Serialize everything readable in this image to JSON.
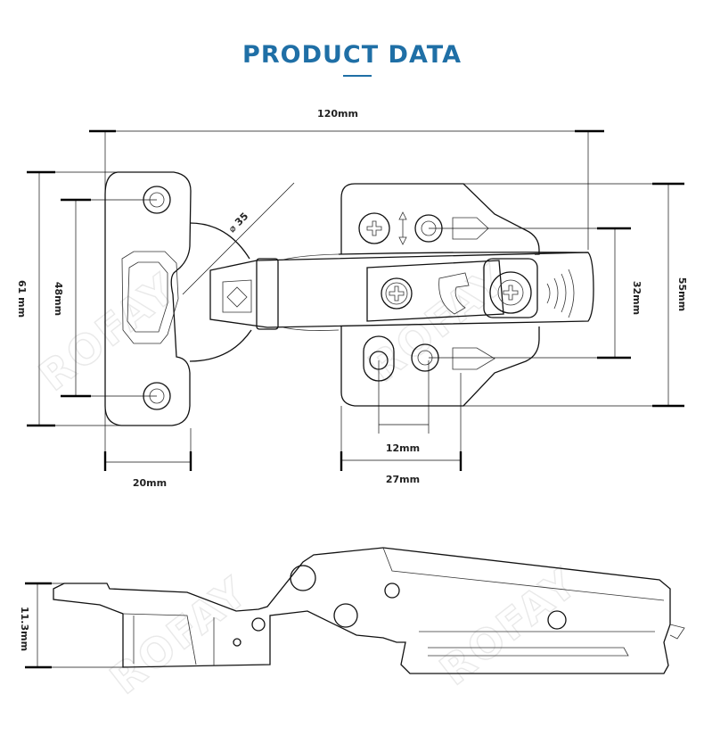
{
  "title": "PRODUCT DATA",
  "watermark": "ROFAY",
  "accent_color": "#1f6fa6",
  "dimensions": {
    "overall_length": "120mm",
    "cup_diameter": "35",
    "hole_spacing_cup": "48mm",
    "cup_plate_height": "61 mm",
    "cup_offset": "20mm",
    "plate_hole_spacing_h": "12mm",
    "plate_width": "27mm",
    "plate_hole_spacing_v": "32mm",
    "plate_height": "55mm",
    "cup_depth": "11.3mm"
  }
}
